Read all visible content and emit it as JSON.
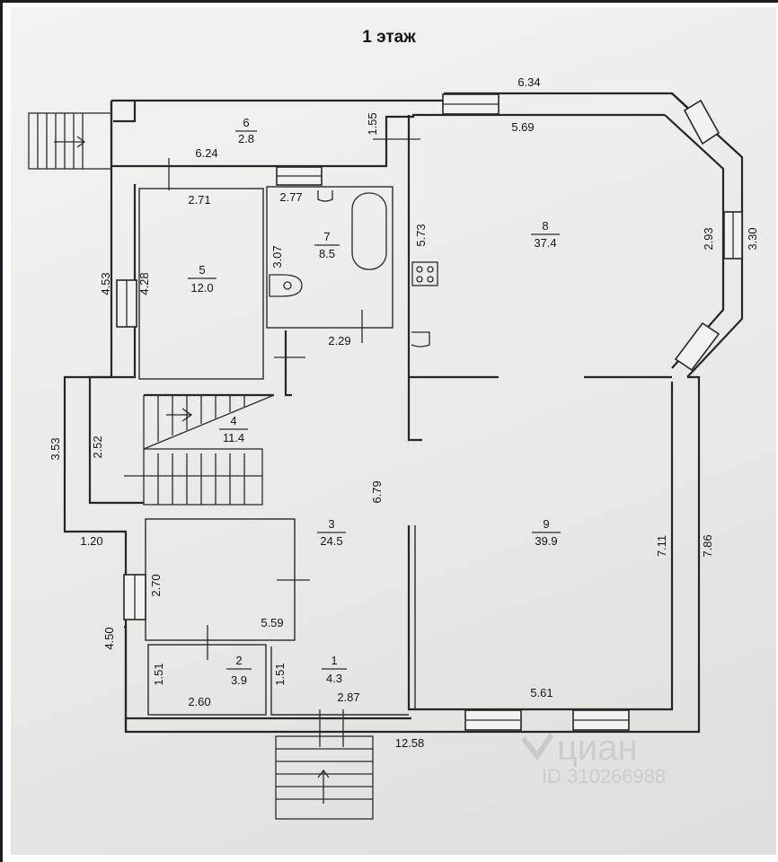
{
  "title": "1 этаж",
  "rooms": [
    {
      "number": "1",
      "area": "4.3"
    },
    {
      "number": "2",
      "area": "3.9"
    },
    {
      "number": "3",
      "area": "24.5"
    },
    {
      "number": "4",
      "area": "11.4"
    },
    {
      "number": "5",
      "area": "12.0"
    },
    {
      "number": "6",
      "area": "2.8"
    },
    {
      "number": "7",
      "area": "8.5"
    },
    {
      "number": "8",
      "area": "37.4"
    },
    {
      "number": "9",
      "area": "39.9"
    }
  ],
  "dimensions": {
    "d_6_34": "6.34",
    "d_5_69": "5.69",
    "d_1_55": "1.55",
    "d_6_24": "6.24",
    "d_2_71": "2.71",
    "d_2_77": "2.77",
    "d_5_73": "5.73",
    "d_3_07": "3.07",
    "d_4_53": "4.53",
    "d_4_28": "4.28",
    "d_2_29": "2.29",
    "d_2_93": "2.93",
    "d_3_30": "3.30",
    "d_3_53": "3.53",
    "d_2_52": "2.52",
    "d_6_79": "6.79",
    "d_1_20": "1.20",
    "d_2_70": "2.70",
    "d_5_59": "5.59",
    "d_7_11": "7.11",
    "d_7_86": "7.86",
    "d_4_50": "4.50",
    "d_1_51a": "1.51",
    "d_2_60": "2.60",
    "d_1_51b": "1.51",
    "d_2_87": "2.87",
    "d_5_61": "5.61",
    "d_12_58": "12.58"
  },
  "watermark": {
    "brand": "циан",
    "id": "ID 310266988"
  }
}
